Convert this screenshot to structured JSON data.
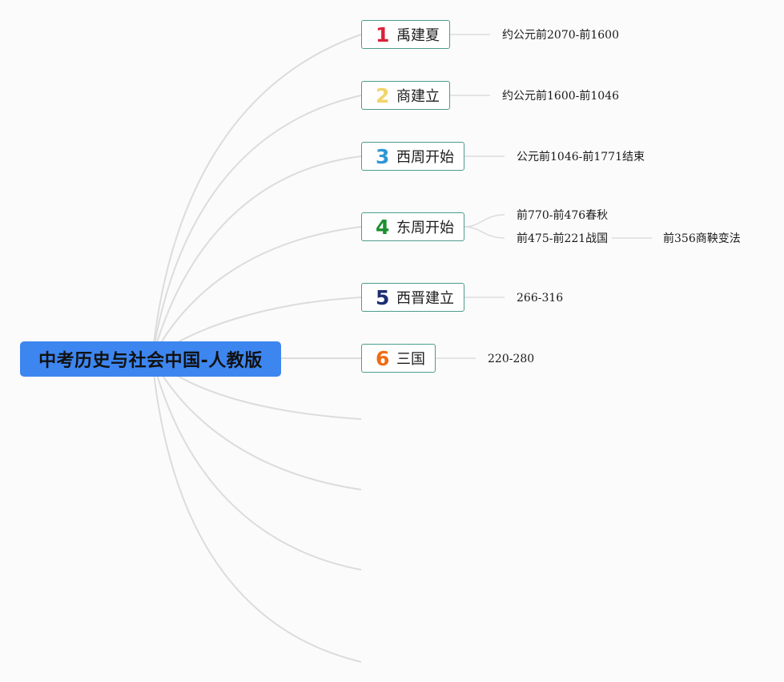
{
  "root": {
    "title": "中考历史与社会中国-人教版",
    "color": "#3d86f0"
  },
  "branches": [
    {
      "num": "1",
      "num_color": "#d9223a",
      "label": "禹建夏",
      "children": [
        "约公元前2070-前1600"
      ]
    },
    {
      "num": "2",
      "num_color": "#f2d46a",
      "label": "商建立",
      "children": [
        "约公元前1600-前1046"
      ]
    },
    {
      "num": "3",
      "num_color": "#2f97d6",
      "label": "西周开始",
      "children": [
        "公元前1046-前1771结束"
      ]
    },
    {
      "num": "4",
      "num_color": "#1c8f2e",
      "label": "东周开始",
      "children": [
        "前770-前476春秋",
        "前475-前221战国"
      ],
      "grandchild": "前356商鞅变法"
    },
    {
      "num": "5",
      "num_color": "#1c2f73",
      "label": "西晋建立",
      "children": [
        "266-316"
      ]
    },
    {
      "num": "6",
      "num_color": "#f06b14",
      "label": "三国",
      "children": [
        "220-280"
      ]
    }
  ],
  "colors": {
    "connector": "#dcdcdc",
    "node_border": "#4d9c8c"
  }
}
